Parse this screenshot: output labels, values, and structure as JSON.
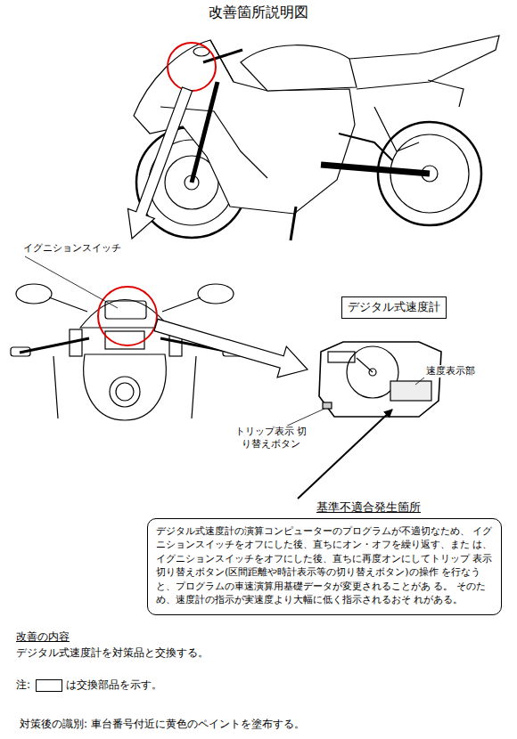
{
  "diagram": {
    "title": "改善箇所説明図",
    "nodes": [
      {
        "text": [
          "デジタル式速度計"
        ]
      },
      {
        "text": [
          "基準不適合発生箇所",
          "デジタル式速度計の演算コンピューターのプログラムが不適切なため、 イグニションスイッチをオフにした後、直ちにオン・オフを繰り返す、また は、イグニションスイッチをオフにした後、直ちに再度オンにしてトリップ 表示切り替えボタン(区間距離や時計表示等の切り替えボタン)の操作 を行なうと、プログラムの車速演算用基礎データが変更されることがあ る。 そのため、速度計の指示が実速度より大幅に低く指示されるおそ れがある。"
        ]
      }
    ],
    "labels": [
      "イグニションスイッチ",
      "速度表示部",
      "トリップ表示 切り替えボタン",
      "改善の内容",
      "デジタル式速度計を対策品と交換する。",
      "注:",
      "対策後の識別: 車台番号付近に黄色のペイントを塗布する。"
    ],
    "legend": [
      {
        "text": "は交換部品を示す。"
      }
    ]
  }
}
